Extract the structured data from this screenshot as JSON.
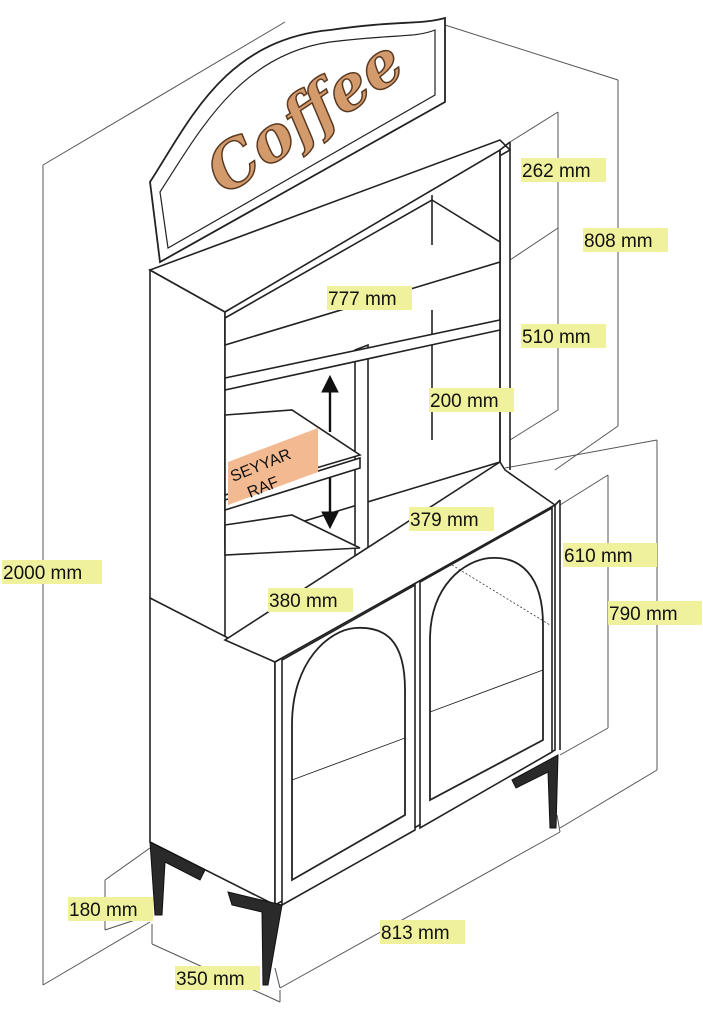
{
  "diagram": {
    "sign_text": "Coffee",
    "shelf_label_line1": "SEYYAR",
    "shelf_label_line2": "RAF",
    "dimensions": {
      "top_shelf": "262 mm",
      "upper_height": "808 mm",
      "upper_width": "777 mm",
      "middle_section": "510 mm",
      "shelf_gap": "200 mm",
      "inner_width": "379 mm",
      "cabinet_depth": "610 mm",
      "total_height": "2000 mm",
      "shelf_depth": "380 mm",
      "cabinet_height": "790 mm",
      "leg_height": "180 mm",
      "cabinet_width": "813 mm",
      "base_depth": "350 mm"
    },
    "colors": {
      "label_bg": "#f0f19c",
      "raf_bg": "#f3b990",
      "lettering": "#d39a6c",
      "line": "#222222",
      "legs": "#2a2a2a"
    }
  }
}
